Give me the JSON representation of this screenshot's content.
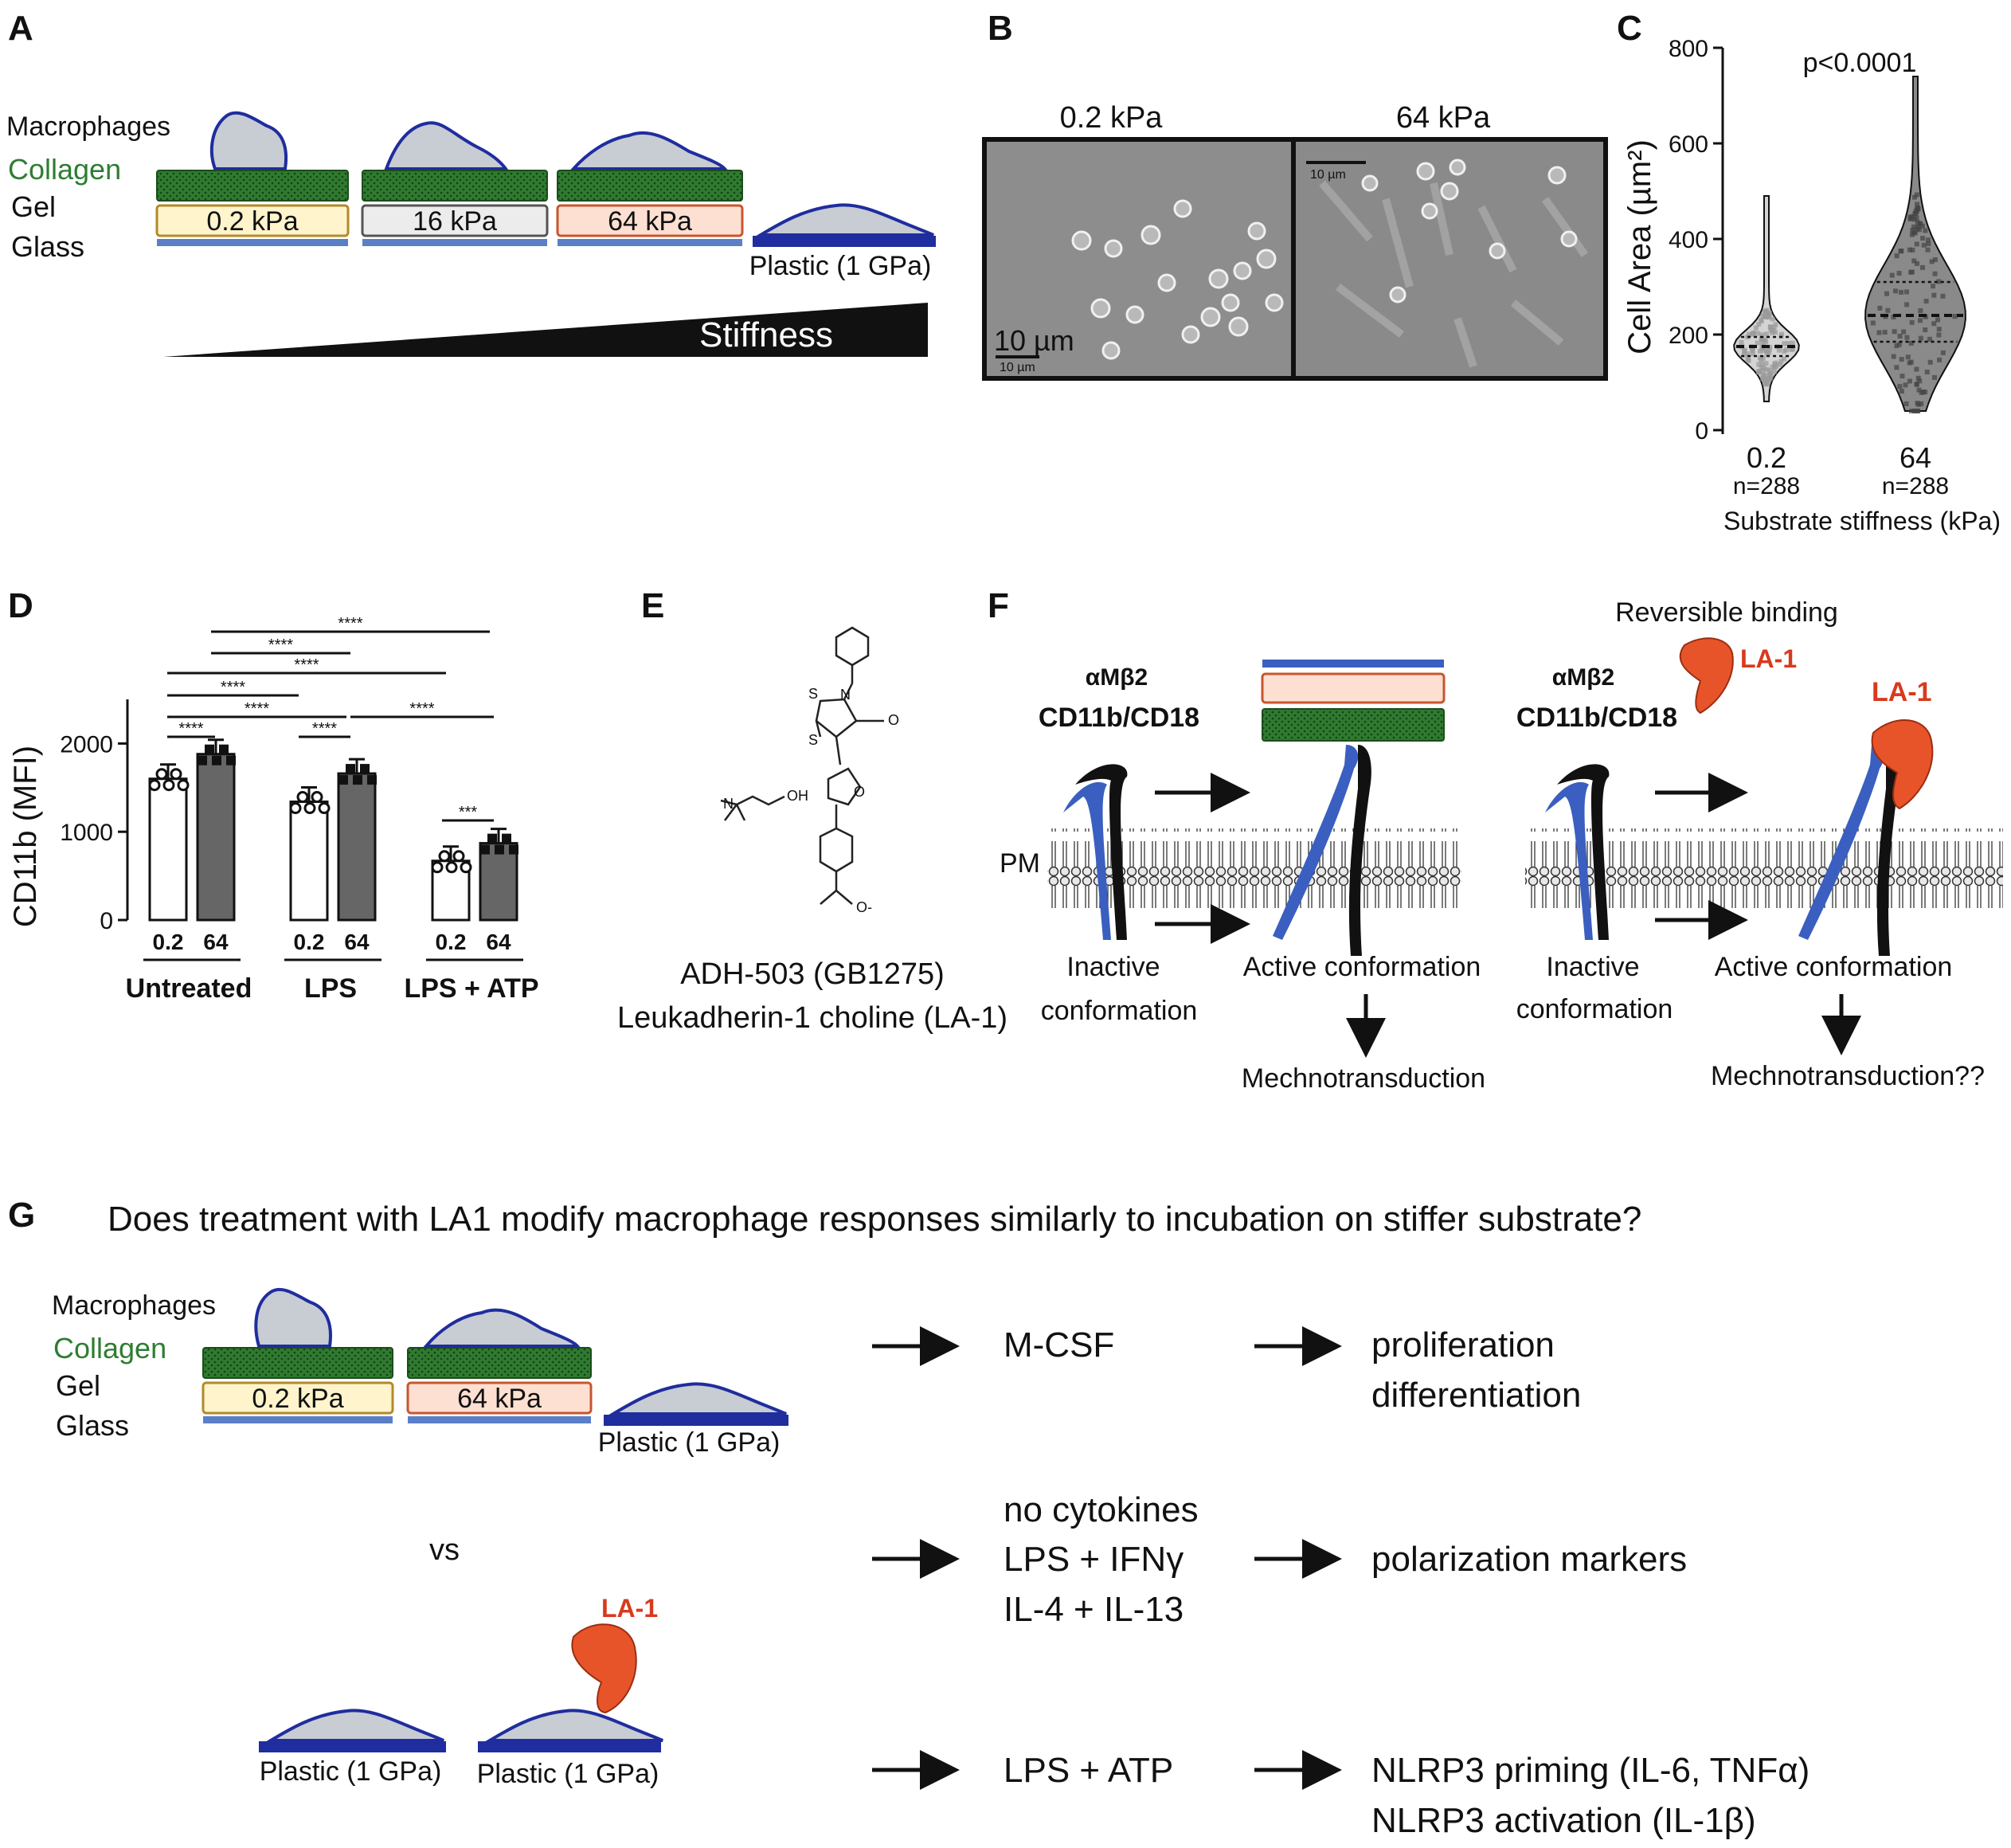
{
  "panels": {
    "a": "A",
    "b": "B",
    "c": "C",
    "d": "D",
    "e": "E",
    "f": "F",
    "g": "G"
  },
  "panel_a": {
    "layer_labels": {
      "macrophages": "Macrophages",
      "collagen": "Collagen",
      "gel": "Gel",
      "glass": "Glass"
    },
    "gels": [
      "0.2 kPa",
      "16 kPa",
      "64 kPa"
    ],
    "plastic": "Plastic (1 GPa)",
    "stiffness": "Stiffness",
    "colors": {
      "collagen": "#2e7d32",
      "gel_soft": "#fff4cc",
      "gel_mid": "#ececec",
      "gel_stiff": "#fde0d2",
      "glass": "#5b7fc7",
      "plastic": "#1f2d9e",
      "cell": "#c8ccd3",
      "cell_outline": "#1f2d9e"
    }
  },
  "panel_b": {
    "left_title": "0.2 kPa",
    "right_title": "64 kPa",
    "scale_big": "10 µm",
    "scale_small": "10 µm"
  },
  "panel_c": {
    "pvalue": "p<0.0001",
    "ylabel": "Cell Area (µm²)",
    "xlabel": "Substrate stiffness (kPa)",
    "groups": [
      {
        "label": "0.2",
        "n": "n=288"
      },
      {
        "label": "64",
        "n": "n=288"
      }
    ]
  },
  "panel_d": {
    "ylabel": "CD11b (MFI)",
    "groups": [
      "Untreated",
      "LPS",
      "LPS + ATP"
    ],
    "bar_labels": [
      "0.2",
      "64"
    ],
    "sig": [
      "****",
      "****",
      "****",
      "****",
      "****",
      "****",
      "****",
      "****",
      "***"
    ]
  },
  "panel_e": {
    "name_line1": "ADH-503 (GB1275)",
    "name_line2": "Leukadherin-1 choline (LA-1)",
    "atoms": {
      "s1": "S",
      "s2": "S",
      "n": "N",
      "o_ketone": "O",
      "o_furan": "O",
      "oh": "OH",
      "n_plus": "N",
      "o_minus": "O-"
    }
  },
  "panel_f": {
    "integrin_left": "αMβ2",
    "integrin_left_sub": "CD11b/CD18",
    "integrin_right": "αMβ2",
    "integrin_right_sub": "CD11b/CD18",
    "pm": "PM",
    "inactive1": "Inactive",
    "inactive2": "conformation",
    "active": "Active conformation",
    "mechno1": "Mechnotransduction",
    "mechno2": "Mechnotransduction??",
    "reversible": "Reversible binding",
    "la1": "LA-1",
    "colors": {
      "blue_chain": "#3a5fc0",
      "black_chain": "#111111",
      "la1": "#e8542a",
      "la1_text": "#d83a1e"
    }
  },
  "panel_g": {
    "question": "Does treatment with LA1 modify macrophage responses similarly to incubation on stiffer substrate?",
    "layer_labels": {
      "macrophages": "Macrophages",
      "collagen": "Collagen",
      "gel": "Gel",
      "glass": "Glass"
    },
    "gels": [
      "0.2 kPa",
      "64 kPa"
    ],
    "plastic": "Plastic (1 GPa)",
    "vs": "vs",
    "la1": "LA-1",
    "rows": [
      {
        "condition": [
          "M-CSF"
        ],
        "readout": [
          "proliferation",
          "differentiation"
        ]
      },
      {
        "condition": [
          "no cytokines",
          "LPS + IFNγ",
          "IL-4 + IL-13"
        ],
        "readout": [
          "polarization markers"
        ]
      },
      {
        "condition": [
          "LPS + ATP"
        ],
        "readout": [
          "NLRP3 priming (IL-6, TNFα)",
          "NLRP3 activation (IL-1β)"
        ]
      }
    ]
  },
  "chart_data": [
    {
      "type": "violin",
      "title": "",
      "xlabel": "Substrate stiffness (kPa)",
      "ylabel": "Cell Area (µm²)",
      "ylim": [
        0,
        800
      ],
      "yticks": [
        0,
        200,
        400,
        600,
        800
      ],
      "categories": [
        "0.2",
        "64"
      ],
      "n": [
        288,
        288
      ],
      "series": [
        {
          "name": "0.2",
          "median": 175,
          "q1": 155,
          "q3": 195,
          "min": 60,
          "max": 490
        },
        {
          "name": "64",
          "median": 240,
          "q1": 185,
          "q3": 310,
          "min": 40,
          "max": 740
        }
      ],
      "annotation": "p<0.0001"
    },
    {
      "type": "bar",
      "title": "",
      "xlabel": "",
      "ylabel": "CD11b (MFI)",
      "ylim": [
        0,
        2500
      ],
      "yticks": [
        0,
        1000,
        2000
      ],
      "categories": [
        "Untreated",
        "LPS",
        "LPS + ATP"
      ],
      "series": [
        {
          "name": "0.2",
          "values": [
            1600,
            1340,
            670
          ]
        },
        {
          "name": "64",
          "values": [
            1880,
            1660,
            870
          ]
        }
      ]
    }
  ]
}
